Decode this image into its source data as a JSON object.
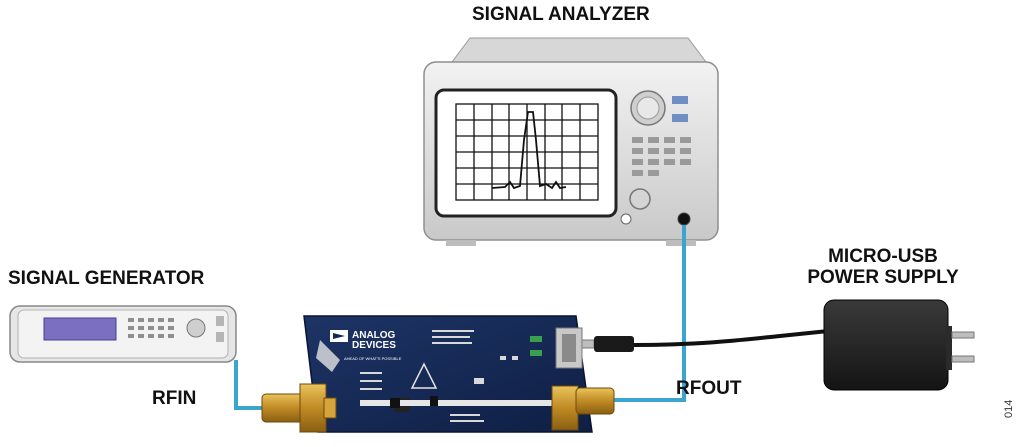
{
  "labels": {
    "signal_analyzer": "SIGNAL ANALYZER",
    "signal_generator": "SIGNAL GENERATOR",
    "micro_usb_line1": "MICRO-USB",
    "micro_usb_line2": "POWER SUPPLY",
    "rfin": "RFIN",
    "rfout": "RFOUT",
    "figure_id": "014"
  },
  "board": {
    "brand_line1": "ANALOG",
    "brand_line2": "DEVICES",
    "tagline": "AHEAD OF WHAT'S POSSIBLE"
  },
  "colors": {
    "cable": "#3aa6cf",
    "board": "#14264f",
    "connector": "#c99a2e",
    "usb_cable": "#111111"
  }
}
